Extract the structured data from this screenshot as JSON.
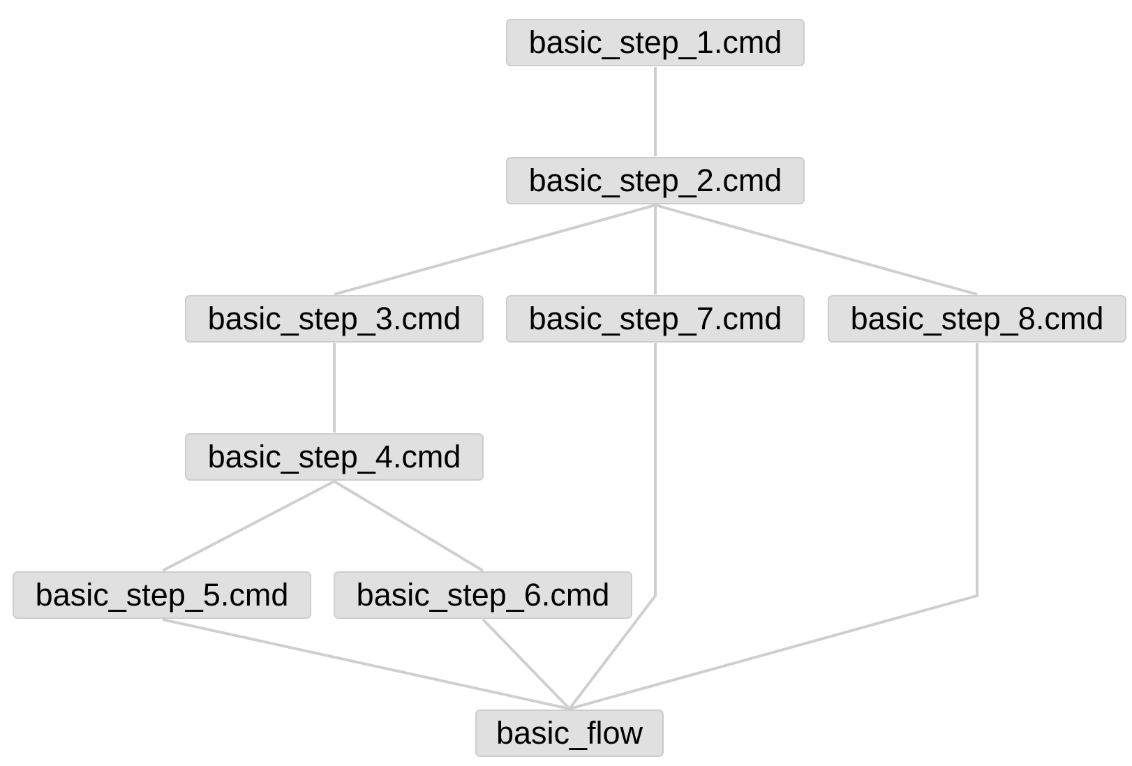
{
  "diagram": {
    "nodes": [
      {
        "id": "step1",
        "label": "basic_step_1.cmd"
      },
      {
        "id": "step2",
        "label": "basic_step_2.cmd"
      },
      {
        "id": "step3",
        "label": "basic_step_3.cmd"
      },
      {
        "id": "step7",
        "label": "basic_step_7.cmd"
      },
      {
        "id": "step8",
        "label": "basic_step_8.cmd"
      },
      {
        "id": "step4",
        "label": "basic_step_4.cmd"
      },
      {
        "id": "step5",
        "label": "basic_step_5.cmd"
      },
      {
        "id": "step6",
        "label": "basic_step_6.cmd"
      },
      {
        "id": "flow",
        "label": "basic_flow"
      }
    ],
    "edges": [
      {
        "from": "step1",
        "to": "step2"
      },
      {
        "from": "step2",
        "to": "step3"
      },
      {
        "from": "step2",
        "to": "step7"
      },
      {
        "from": "step2",
        "to": "step8"
      },
      {
        "from": "step3",
        "to": "step4"
      },
      {
        "from": "step4",
        "to": "step5"
      },
      {
        "from": "step4",
        "to": "step6"
      },
      {
        "from": "step5",
        "to": "flow"
      },
      {
        "from": "step6",
        "to": "flow"
      },
      {
        "from": "step7",
        "to": "flow"
      },
      {
        "from": "step8",
        "to": "flow"
      }
    ],
    "colors": {
      "node_fill": "#e0e0e0",
      "node_border": "#cdcdcd",
      "edge": "#cfcfcf",
      "text": "#000000"
    }
  }
}
